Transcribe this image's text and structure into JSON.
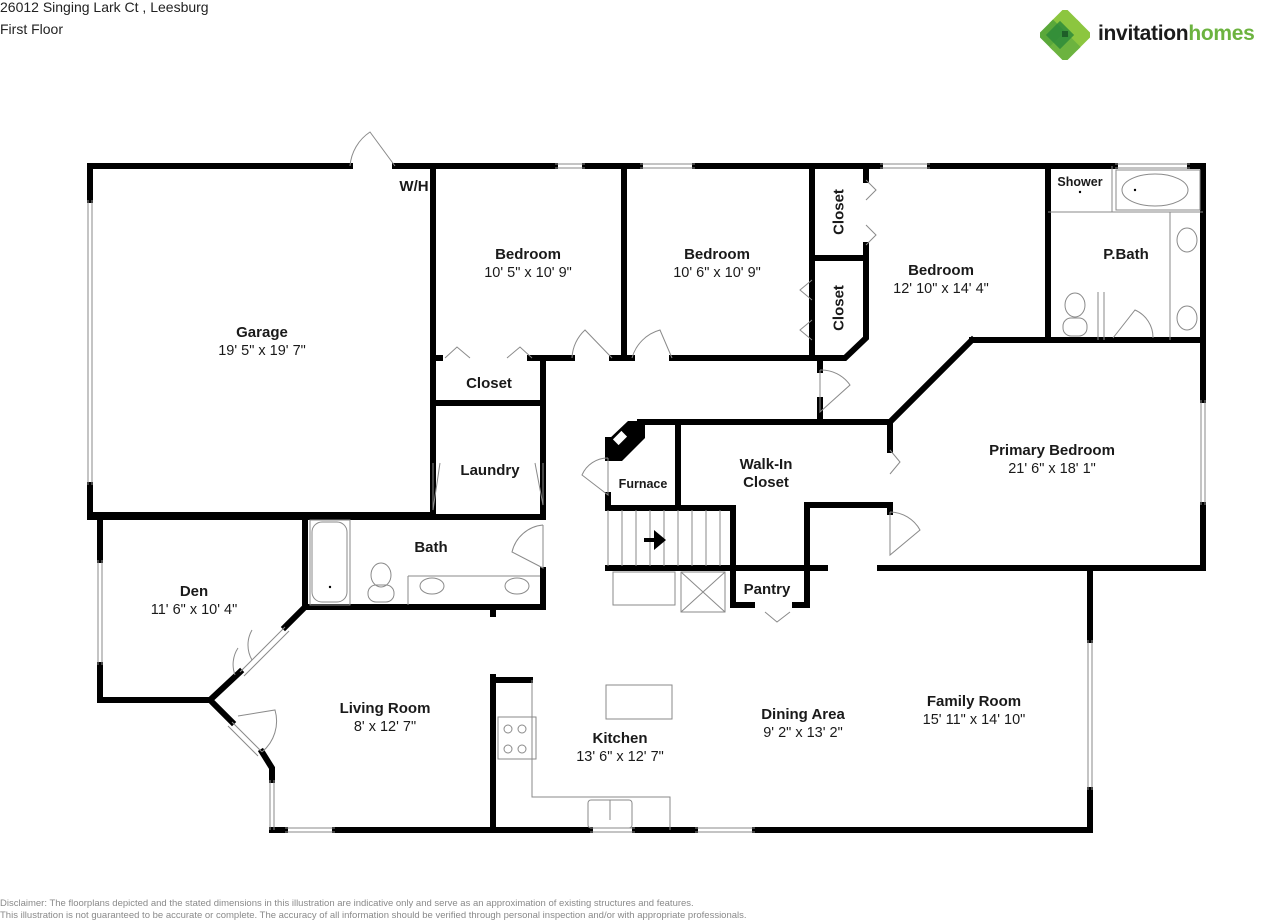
{
  "header": {
    "address": "26012 Singing Lark Ct , Leesburg",
    "floor": "First Floor"
  },
  "brand": {
    "name_part1": "invitation",
    "name_part2": "homes",
    "logo_icon": "green-diamond-house-logo",
    "colors": {
      "dark": "#1b1b1b",
      "green": "#6cb33f",
      "dark_green": "#2e8b3a"
    }
  },
  "rooms": {
    "garage": {
      "name": "Garage",
      "dims": "19' 5\" x 19' 7\""
    },
    "wh": {
      "name": "W/H"
    },
    "bedroom1": {
      "name": "Bedroom",
      "dims": "10' 5\" x 10' 9\""
    },
    "bedroom2": {
      "name": "Bedroom",
      "dims": "10' 6\" x 10' 9\""
    },
    "bedroom3": {
      "name": "Bedroom",
      "dims": "12' 10\" x 14' 4\""
    },
    "closet_upper": {
      "name": "Closet"
    },
    "closet_lower": {
      "name": "Closet"
    },
    "closet_hall": {
      "name": "Closet"
    },
    "shower": {
      "name": "Shower"
    },
    "pbath": {
      "name": "P.Bath"
    },
    "laundry": {
      "name": "Laundry"
    },
    "furnace": {
      "name": "Furnace"
    },
    "walkin": {
      "name_line1": "Walk-In",
      "name_line2": "Closet"
    },
    "primary": {
      "name": "Primary Bedroom",
      "dims": "21' 6\" x 18' 1\""
    },
    "bath": {
      "name": "Bath"
    },
    "den": {
      "name": "Den",
      "dims": "11' 6\" x 10' 4\""
    },
    "pantry": {
      "name": "Pantry"
    },
    "living": {
      "name": "Living Room",
      "dims": "8' x 12' 7\""
    },
    "kitchen": {
      "name": "Kitchen",
      "dims": "13' 6\" x 12' 7\""
    },
    "dining": {
      "name": "Dining Area",
      "dims": "9' 2\" x 13' 2\""
    },
    "family": {
      "name": "Family Room",
      "dims": "15' 11\" x 14' 10\""
    }
  },
  "disclaimer": {
    "line1": "Disclaimer: The floorplans depicted and the stated dimensions in this illustration are indicative only and serve as an approximation of existing structures and features.",
    "line2": "This illustration is not guaranteed to be accurate or complete. The accuracy of all information should be verified through personal inspection and/or with appropriate professionals."
  }
}
